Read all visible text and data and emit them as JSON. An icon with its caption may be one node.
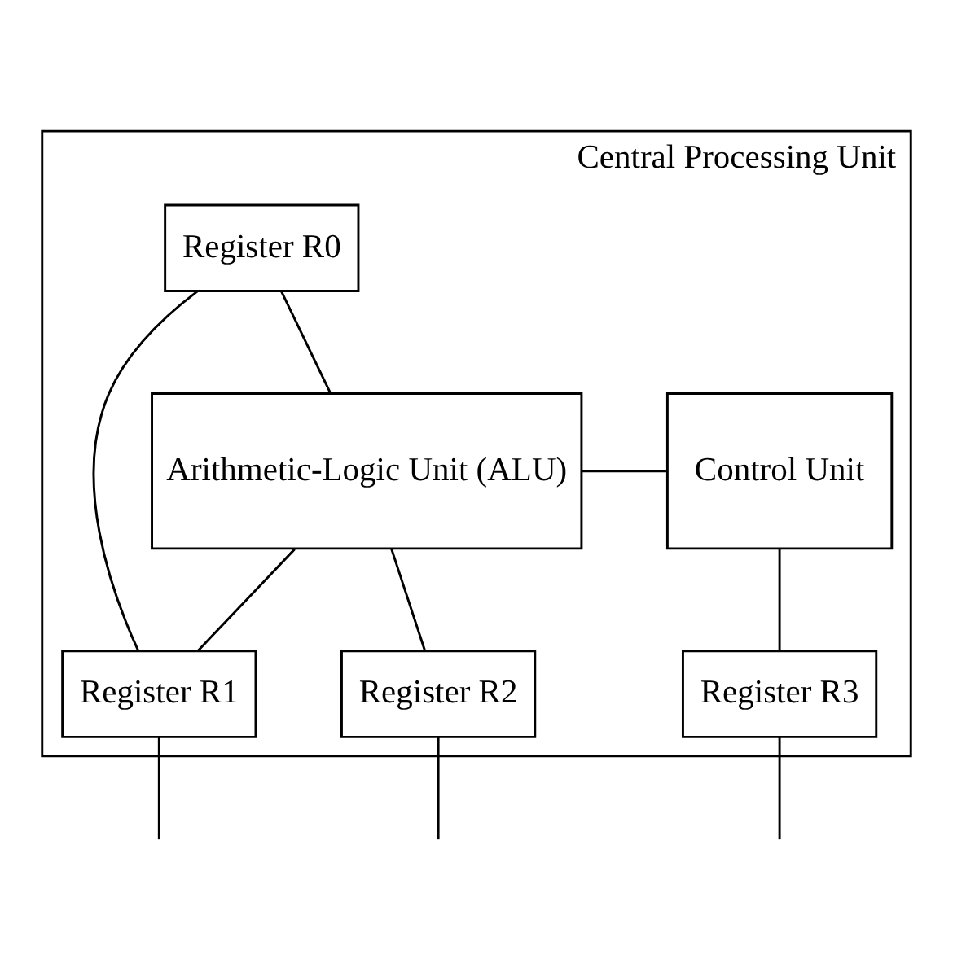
{
  "diagram": {
    "nodes": [
      {
        "text": [
          "Central Processing Unit"
        ]
      },
      {
        "text": [
          "Register R0"
        ],
        "in": 0
      },
      {
        "text": [
          "Arithmetic-Logic Unit (ALU)"
        ],
        "in": 0
      },
      {
        "text": [
          "Control Unit"
        ],
        "in": 0
      },
      {
        "text": [
          "Register R1"
        ],
        "in": 0
      },
      {
        "text": [
          "Register R2"
        ],
        "in": 0
      },
      {
        "text": [
          "Register R3"
        ],
        "in": 0
      }
    ],
    "edges": [
      {
        "from": 1,
        "to": 2,
        "arrow": "none"
      },
      {
        "from": 1,
        "to": 4,
        "arrow": "none"
      },
      {
        "from": 2,
        "to": 3,
        "arrow": "none"
      },
      {
        "from": 2,
        "to": 4,
        "arrow": "none"
      },
      {
        "from": 2,
        "to": 5,
        "arrow": "none"
      },
      {
        "from": 3,
        "to": 6,
        "arrow": "none"
      },
      {
        "from": 4,
        "to": null,
        "arrow": "none"
      },
      {
        "from": 5,
        "to": null,
        "arrow": "none"
      },
      {
        "from": 6,
        "to": null,
        "arrow": "none"
      }
    ]
  }
}
